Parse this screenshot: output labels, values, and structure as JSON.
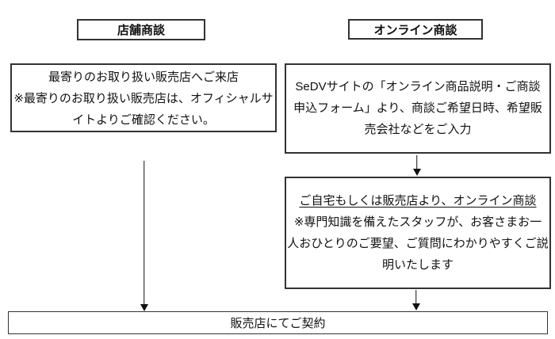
{
  "colors": {
    "background": "#ffffff",
    "box_border": "#333333",
    "text": "#111111",
    "arrow": "#111111"
  },
  "store_flow": {
    "header": "店舗商談",
    "visit_box": {
      "lines": [
        "最寄りのお取り扱い販売店へご来店",
        "※最寄りのお取り扱い販売店は、オフィシャルサ",
        "イトよりご確認ください。"
      ]
    }
  },
  "online_flow": {
    "header": "オンライン商談",
    "form_box": {
      "lines": [
        "SeDVサイトの「オンライン商品説明・ご商談",
        "申込フォーム」より、商談ご希望日時、希望販",
        "売会社などをご入力"
      ]
    },
    "meeting_box": {
      "underlined_line": "ご自宅もしくは販売店より、オンライン商談",
      "lines": [
        "※専門知識を備えたスタッフが、お客さまお一",
        "人おひとりのご要望、ご質問にわかりやすくご説",
        "明いたします"
      ]
    }
  },
  "contract_box": {
    "label": "販売店にてご契約"
  }
}
